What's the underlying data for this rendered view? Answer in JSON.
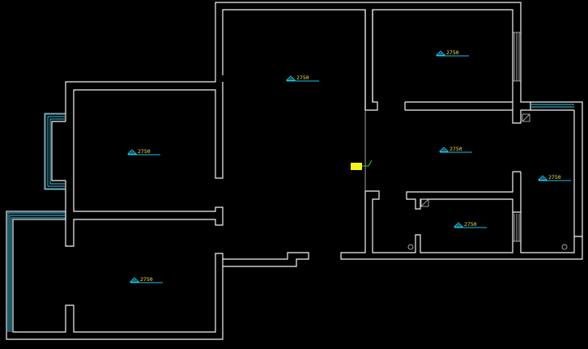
{
  "floor_plan": {
    "level_markers": [
      {
        "room": "north-room",
        "label": "2750"
      },
      {
        "room": "upper-right-room",
        "label": "2750"
      },
      {
        "room": "left-room",
        "label": "2750"
      },
      {
        "room": "central-right-room",
        "label": "2750"
      },
      {
        "room": "far-right-room",
        "label": "2750"
      },
      {
        "room": "lower-right-room",
        "label": "2750"
      },
      {
        "room": "lower-left-room",
        "label": "2750"
      }
    ],
    "colors": {
      "background": "#000000",
      "walls": "#f2f2f2",
      "level_line": "#19c6e6",
      "level_text": "#f2e23c",
      "window_lines": "#3ec8e8",
      "fixture": "#f4f41a",
      "switch": "#2cdf2c"
    }
  }
}
